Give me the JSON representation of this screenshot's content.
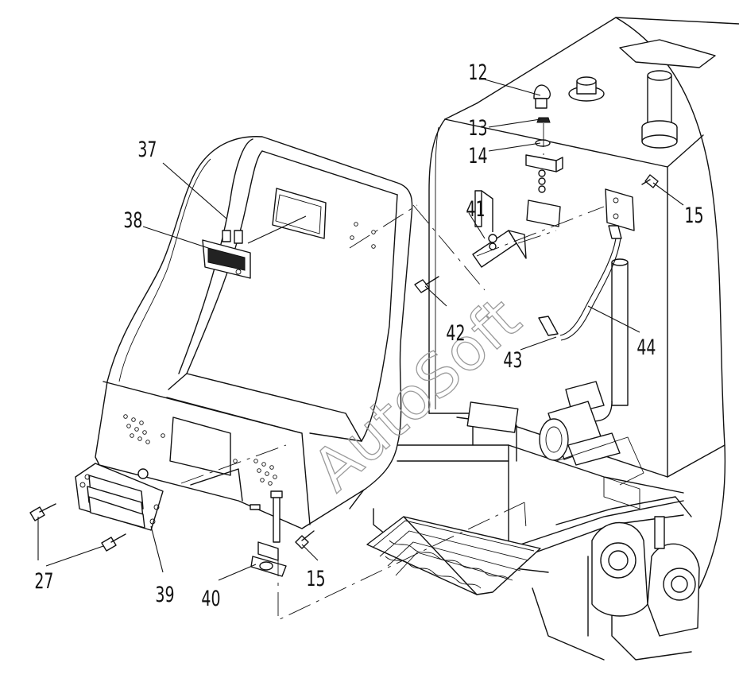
{
  "watermark": "AutoSoft",
  "callouts": [
    {
      "id": "c12",
      "text": "12"
    },
    {
      "id": "c13",
      "text": "13"
    },
    {
      "id": "c14",
      "text": "14"
    },
    {
      "id": "c15a",
      "text": "15"
    },
    {
      "id": "c15b",
      "text": "15"
    },
    {
      "id": "c27",
      "text": "27"
    },
    {
      "id": "c37",
      "text": "37"
    },
    {
      "id": "c38",
      "text": "38"
    },
    {
      "id": "c39",
      "text": "39"
    },
    {
      "id": "c40",
      "text": "40"
    },
    {
      "id": "c41",
      "text": "41"
    },
    {
      "id": "c42",
      "text": "42"
    },
    {
      "id": "c43",
      "text": "43"
    },
    {
      "id": "c44",
      "text": "44"
    }
  ]
}
